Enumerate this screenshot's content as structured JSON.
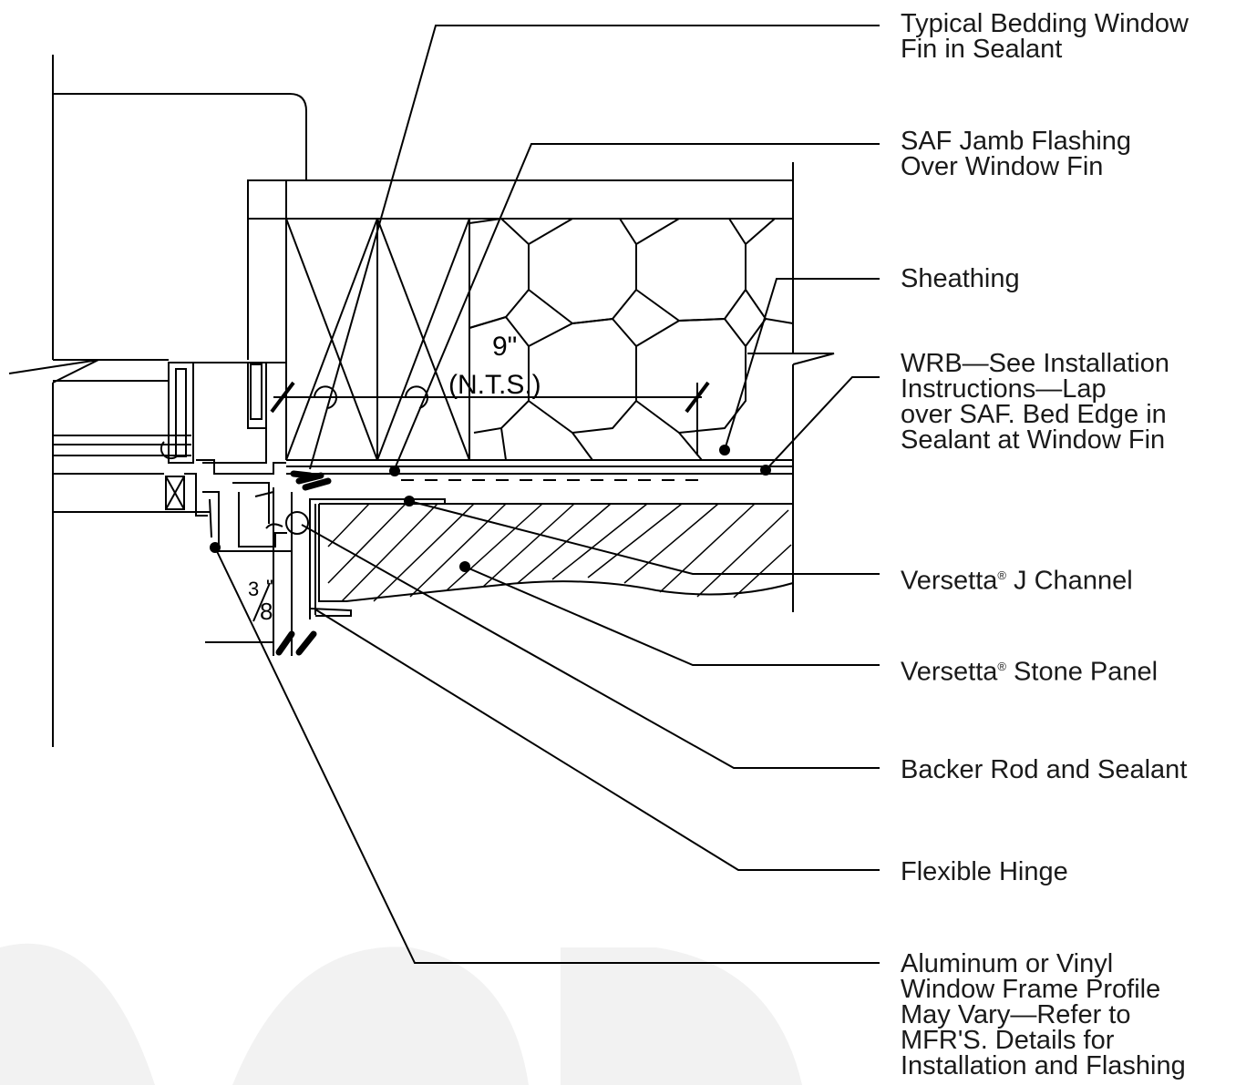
{
  "callouts": [
    {
      "id": "bedding",
      "text": "Typical Bedding Window\nFin in Sealant"
    },
    {
      "id": "saf",
      "text": "SAF Jamb Flashing\nOver Window Fin"
    },
    {
      "id": "sheathing",
      "text": "Sheathing"
    },
    {
      "id": "wrb",
      "text": "WRB—See Installation\nInstructions—Lap\nover SAF. Bed Edge in\nSealant at Window Fin"
    },
    {
      "id": "jchannel",
      "text": "Versetta",
      "suffix": " J Channel",
      "mark": "®"
    },
    {
      "id": "stone",
      "text": "Versetta",
      "suffix": " Stone Panel",
      "mark": "®"
    },
    {
      "id": "backer",
      "text": "Backer Rod and Sealant"
    },
    {
      "id": "hinge",
      "text": "Flexible Hinge"
    },
    {
      "id": "frame",
      "text": "Aluminum or Vinyl\nWindow Frame Profile\nMay Vary—Refer to\nMFR'S. Details for\nInstallation and Flashing"
    }
  ],
  "dimensions": {
    "wall_depth": "9\"",
    "wall_note": "(N.T.S.)",
    "gap_num": "3",
    "gap_den": "8",
    "gap_unit": "\""
  },
  "colors": {
    "line": "#000000",
    "text": "#1a1a1a",
    "watermark": "#f2f2f2"
  }
}
